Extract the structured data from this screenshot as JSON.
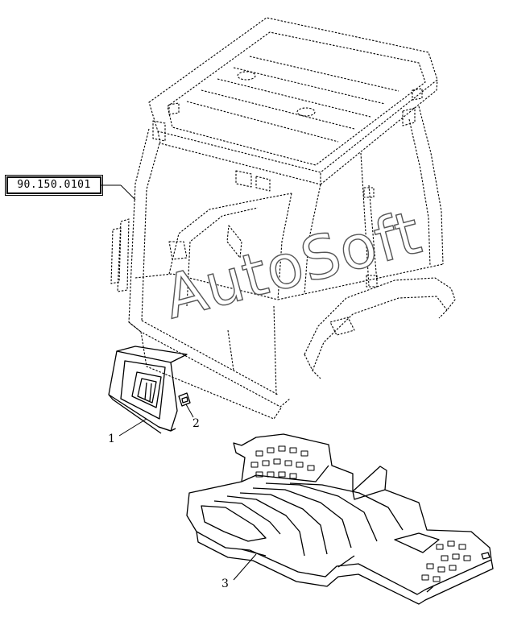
{
  "reference_box": {
    "label": "90.150.0101"
  },
  "callouts": [
    {
      "id": "1",
      "label": "1"
    },
    {
      "id": "2",
      "label": "2"
    },
    {
      "id": "3",
      "label": "3"
    }
  ],
  "watermark": {
    "text": "AutoSoft"
  },
  "colors": {
    "line": "#000000",
    "background": "#ffffff",
    "watermark_stroke": "#555555"
  }
}
